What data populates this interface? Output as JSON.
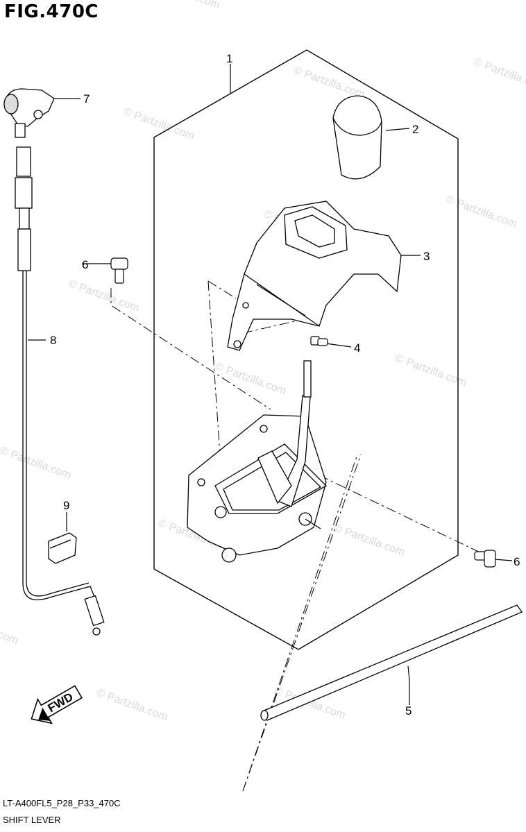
{
  "figure": {
    "title": "FIG.470C",
    "code": "LT-A400FL5_P28_P33_470C",
    "caption": "SHIFT LEVER"
  },
  "callouts": [
    {
      "num": "1",
      "part": "shift-lever-assembly"
    },
    {
      "num": "2",
      "part": "shift-knob"
    },
    {
      "num": "3",
      "part": "shift-lever-cover"
    },
    {
      "num": "4",
      "part": "screw"
    },
    {
      "num": "5",
      "part": "shift-rod"
    },
    {
      "num": "6",
      "part": "bolt"
    },
    {
      "num": "7",
      "part": "cable-end-holder"
    },
    {
      "num": "8",
      "part": "reverse-cable"
    },
    {
      "num": "9",
      "part": "cable-clamp"
    }
  ],
  "fwd_label": "FWD",
  "watermark": "© Partzilla.com",
  "icons": [
    "fwd-arrow-icon"
  ],
  "colors": {
    "line": "#000000",
    "watermark": "#d9d9d9",
    "background": "#ffffff"
  }
}
